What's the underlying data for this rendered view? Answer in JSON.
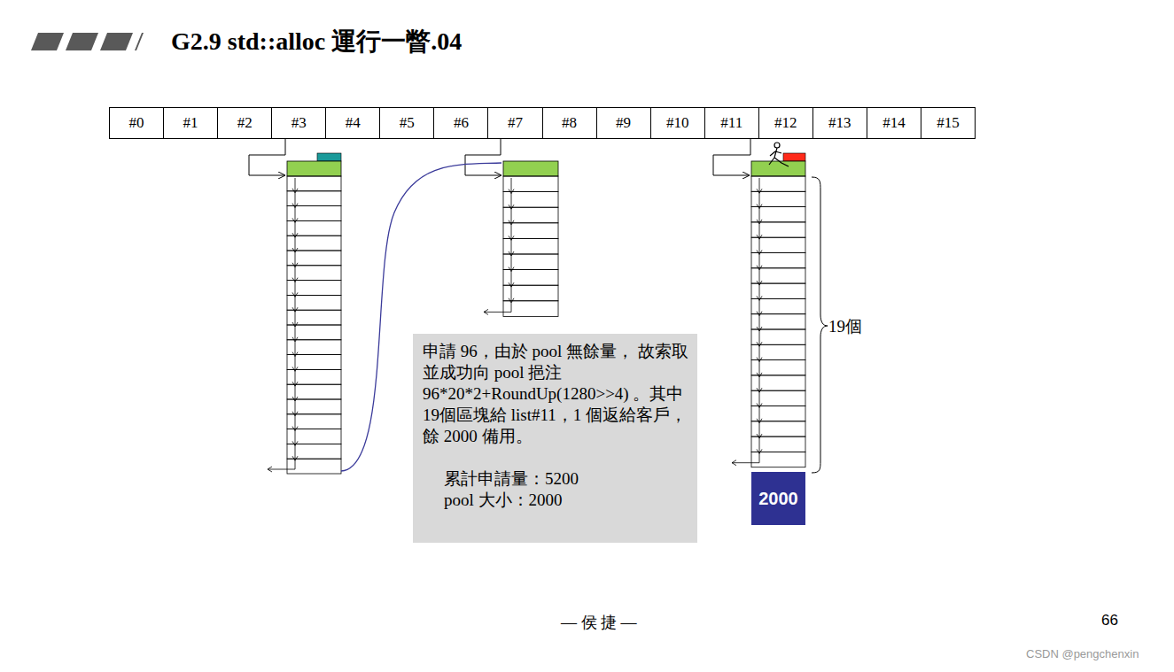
{
  "diagram": {
    "title": "G2.9 std::alloc 運行一瞥.04",
    "nodes": [
      {
        "text": [
          "#0"
        ]
      },
      {
        "text": [
          "#1"
        ]
      },
      {
        "text": [
          "#2"
        ]
      },
      {
        "text": [
          "#3"
        ]
      },
      {
        "text": [
          "#4"
        ]
      },
      {
        "text": [
          "#5"
        ]
      },
      {
        "text": [
          "#6"
        ]
      },
      {
        "text": [
          "#7"
        ]
      },
      {
        "text": [
          "#8"
        ]
      },
      {
        "text": [
          "#9"
        ]
      },
      {
        "text": [
          "#10"
        ]
      },
      {
        "text": [
          "#11"
        ]
      },
      {
        "text": [
          "#12"
        ]
      },
      {
        "text": [
          "#13"
        ]
      },
      {
        "text": [
          "#14"
        ]
      },
      {
        "text": [
          "#15"
        ]
      },
      {
        "text": [
          "申請 96，由於 pool 無餘量， 故索取並成功向 pool 挹注 96*20*2+RoundUp(1280>>4) 。其中19個區塊給 list#11，1 個返給客戶，餘 2000 備用。",
          "累計申請量：5200",
          "pool 大小：2000"
        ]
      },
      {
        "text": [
          "2000"
        ]
      }
    ],
    "labels": [
      "19個",
      "— 侯 捷 —",
      "66",
      "CSDN @pengchenxin"
    ]
  }
}
